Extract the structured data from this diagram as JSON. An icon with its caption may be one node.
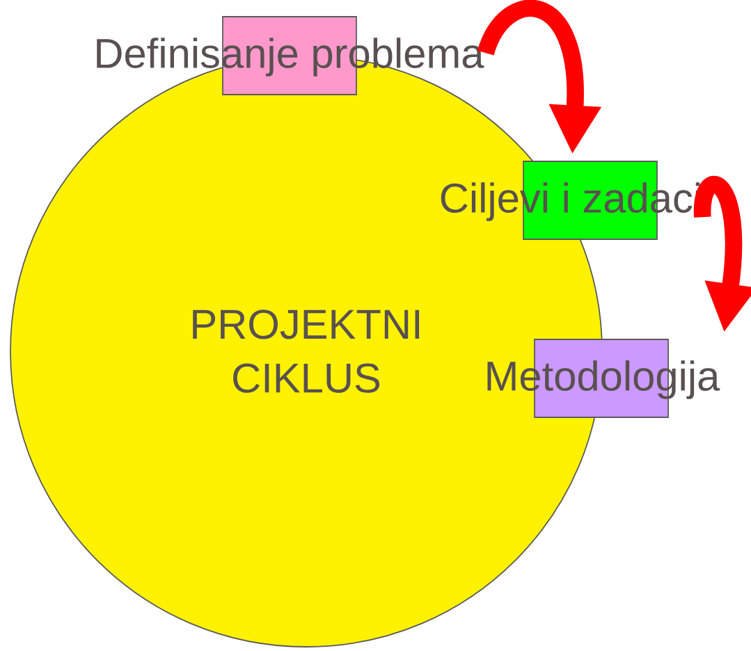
{
  "diagram": {
    "nodes": [
      {
        "text": [
          "PROJEKTNI CIKLUS"
        ]
      },
      {
        "text": [
          "Definisanje problema"
        ]
      },
      {
        "text": [
          "Ciljevi i zadaci"
        ]
      },
      {
        "text": [
          "Metodologija"
        ]
      }
    ],
    "edges": [
      {
        "from": 1,
        "to": 2,
        "arrow": "to",
        "color": "#ff0000"
      },
      {
        "from": 2,
        "to": 3,
        "arrow": "to",
        "color": "#ff0000"
      }
    ]
  }
}
